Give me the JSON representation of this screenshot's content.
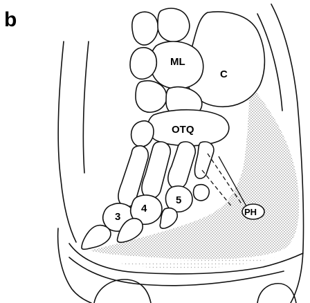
{
  "figure": {
    "panel_letter": "b",
    "labels": {
      "ml": "ML",
      "c": "C",
      "otq": "OTQ",
      "toe3": "3",
      "toe4": "4",
      "toe5": "5",
      "ph": "PH"
    },
    "colors": {
      "ink": "#111111",
      "shade": "#9a9a9a",
      "paper": "#ffffff"
    }
  }
}
